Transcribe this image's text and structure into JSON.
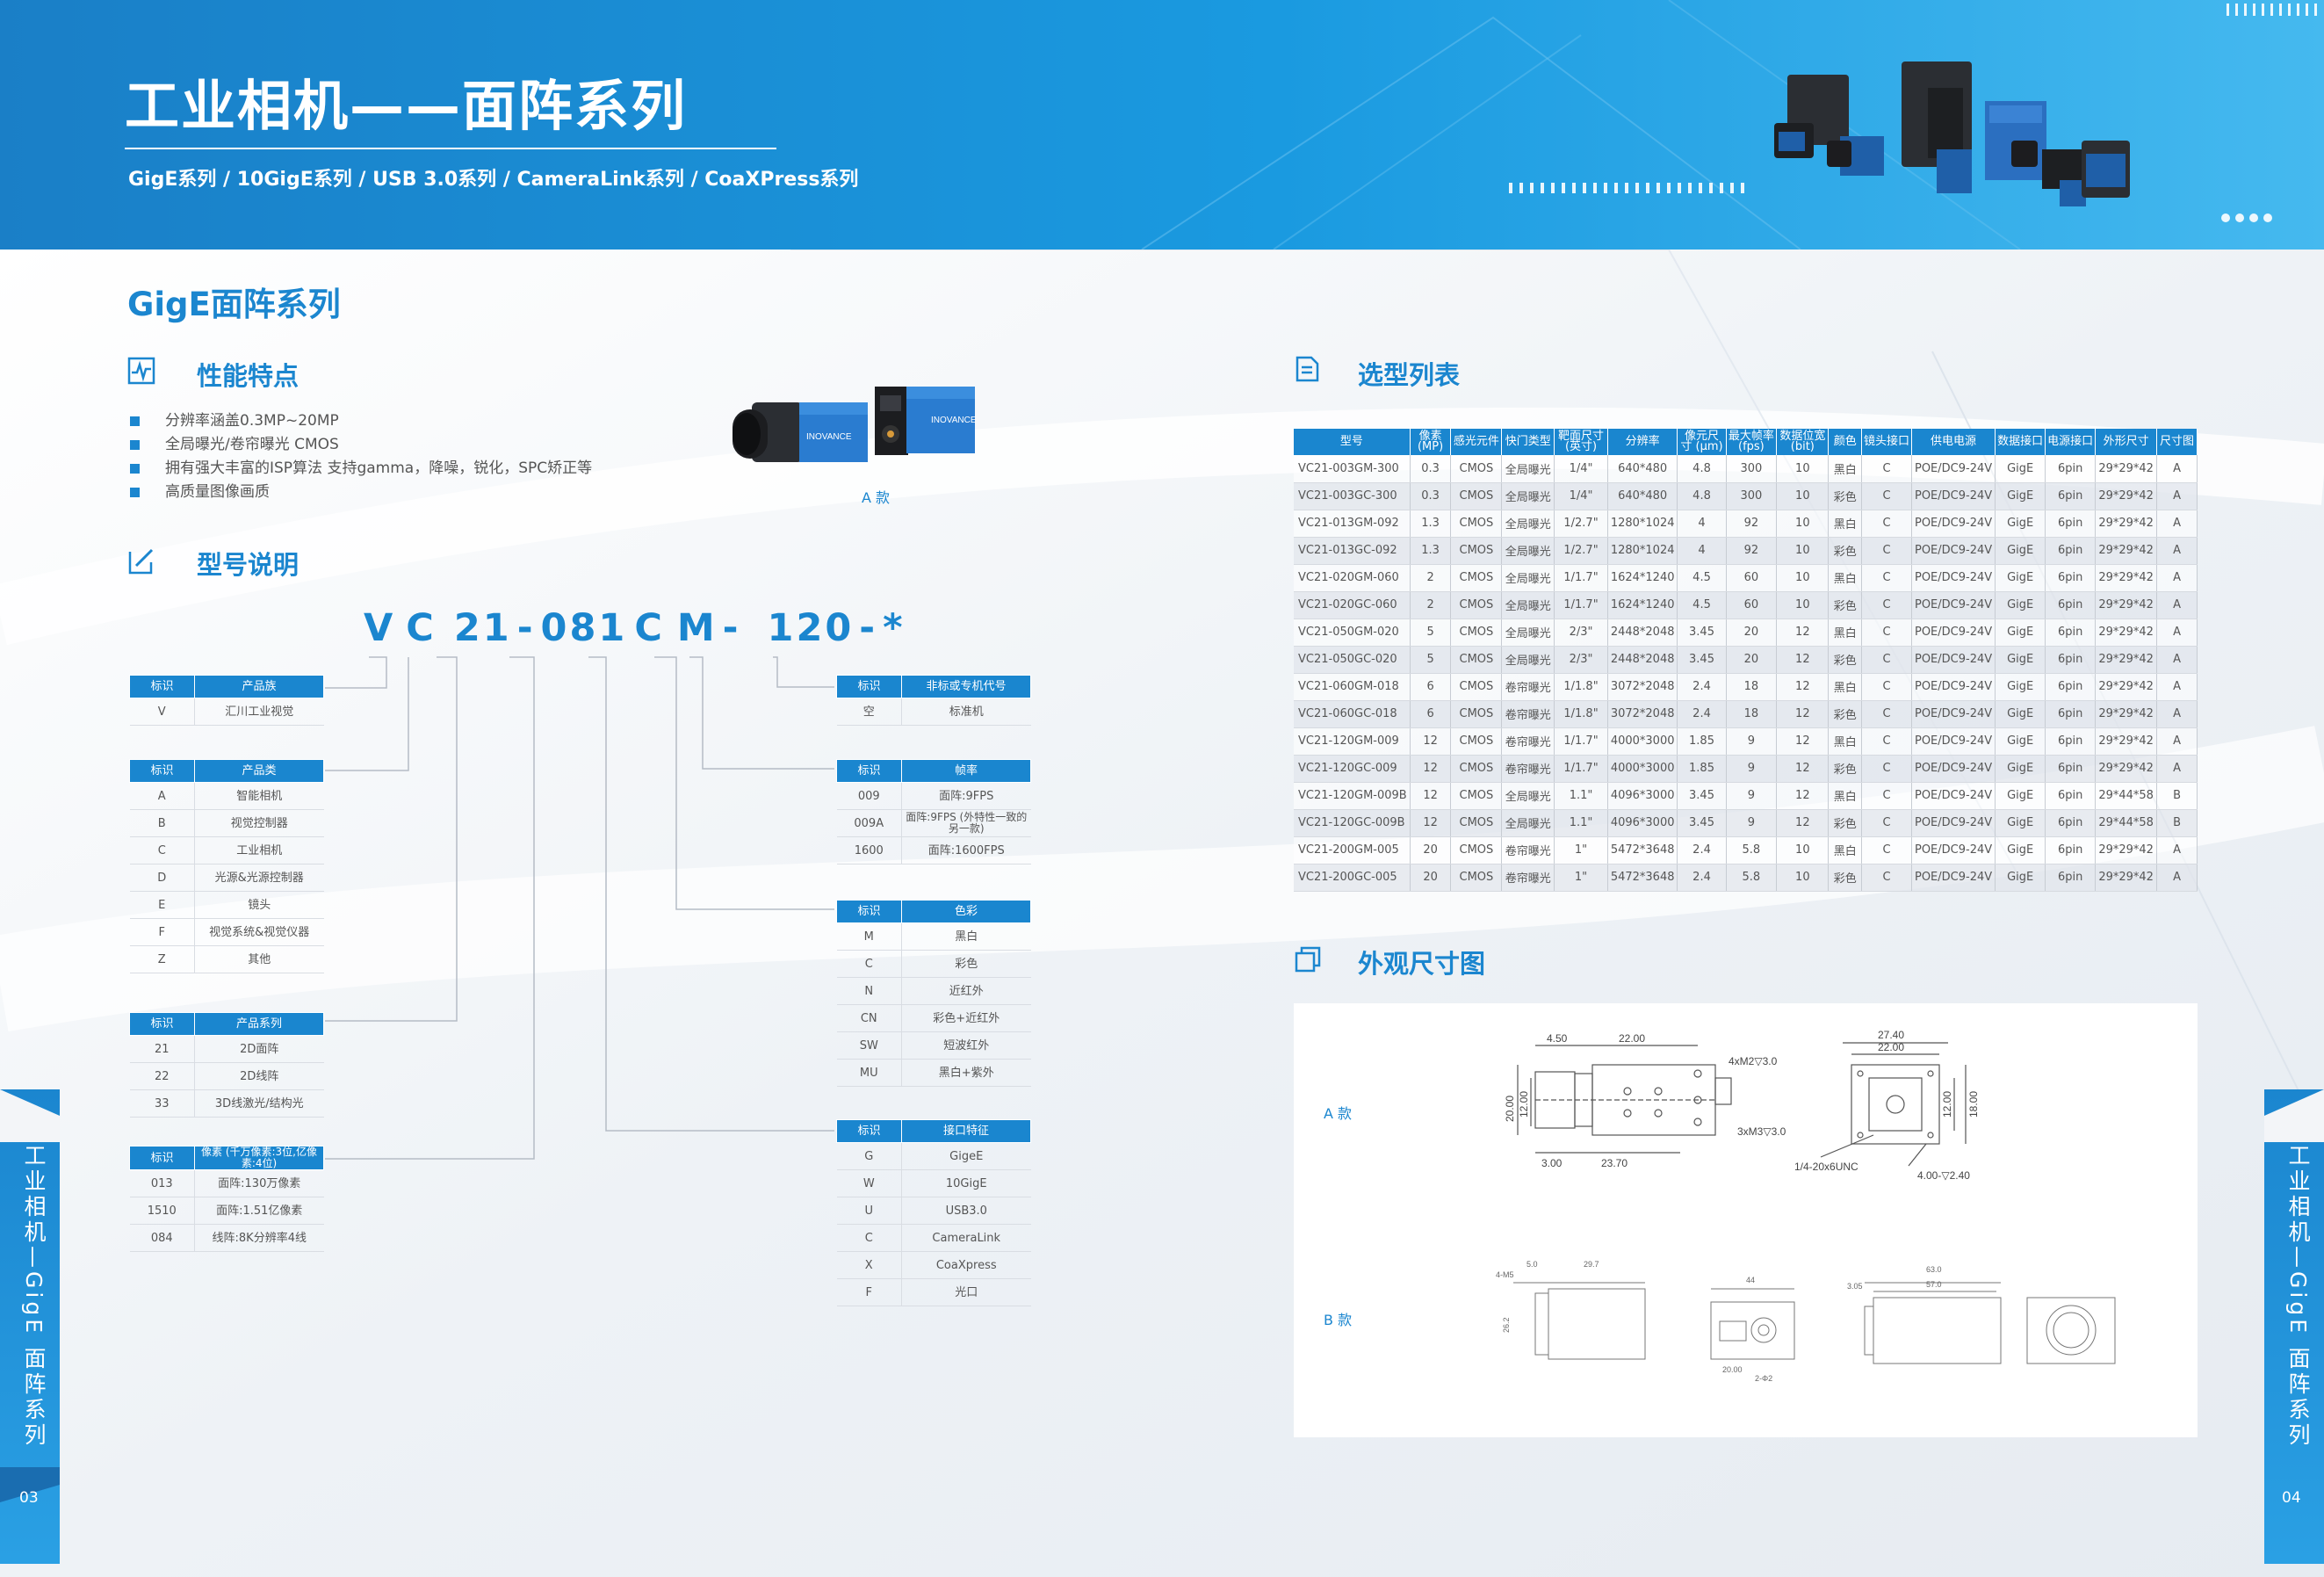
{
  "header": {
    "title": "工业相机——面阵系列",
    "subtitle": "GigE系列 / 10GigE系列 / USB 3.0系列 / CameraLink系列 / CoaXPress系列"
  },
  "section_title": "GigE面阵系列",
  "features": {
    "heading": "性能特点",
    "items": [
      "分辨率涵盖0.3MP~20MP",
      "全局曝光/卷帘曝光 CMOS",
      "拥有强大丰富的ISP算法 支持gamma，降噪，锐化，SPC矫正等",
      "高质量图像画质"
    ],
    "image_caption": "A 款",
    "camera_brand": "INOVANCE"
  },
  "model_naming": {
    "heading": "型号说明",
    "code_parts": [
      "V",
      "C",
      "21",
      "-",
      "081",
      "C",
      "M",
      "-",
      "120",
      "-",
      "*"
    ],
    "tables": {
      "product_family": {
        "h1": "标识",
        "h2": "产品族",
        "rows": [
          [
            "V",
            "汇川工业视觉"
          ]
        ]
      },
      "product_class": {
        "h1": "标识",
        "h2": "产品类",
        "rows": [
          [
            "A",
            "智能相机"
          ],
          [
            "B",
            "视觉控制器"
          ],
          [
            "C",
            "工业相机"
          ],
          [
            "D",
            "光源&光源控制器"
          ],
          [
            "E",
            "镜头"
          ],
          [
            "F",
            "视觉系统&视觉仪器"
          ],
          [
            "Z",
            "其他"
          ]
        ]
      },
      "product_series": {
        "h1": "标识",
        "h2": "产品系列",
        "rows": [
          [
            "21",
            "2D面阵"
          ],
          [
            "22",
            "2D线阵"
          ],
          [
            "33",
            "3D线激光/结构光"
          ]
        ]
      },
      "pixels": {
        "h1": "标识",
        "h2": "像素 (千万像素:3位,亿像素:4位)",
        "rows": [
          [
            "013",
            "面阵:130万像素"
          ],
          [
            "1510",
            "面阵:1.51亿像素"
          ],
          [
            "084",
            "线阵:8K分辨率4线"
          ]
        ]
      },
      "custom_code": {
        "h1": "标识",
        "h2": "非标或专机代号",
        "rows": [
          [
            "空",
            "标准机"
          ]
        ]
      },
      "frame_rate": {
        "h1": "标识",
        "h2": "帧率",
        "rows": [
          [
            "009",
            "面阵:9FPS"
          ],
          [
            "009A",
            "面阵:9FPS (外特性一致的另一款)"
          ],
          [
            "1600",
            "面阵:1600FPS"
          ]
        ]
      },
      "color": {
        "h1": "标识",
        "h2": "色彩",
        "rows": [
          [
            "M",
            "黑白"
          ],
          [
            "C",
            "彩色"
          ],
          [
            "N",
            "近红外"
          ],
          [
            "CN",
            "彩色+近红外"
          ],
          [
            "SW",
            "短波红外"
          ],
          [
            "MU",
            "黑白+紫外"
          ]
        ]
      },
      "interface": {
        "h1": "标识",
        "h2": "接口特征",
        "rows": [
          [
            "G",
            "GigeE"
          ],
          [
            "W",
            "10GigE"
          ],
          [
            "U",
            "USB3.0"
          ],
          [
            "C",
            "CameraLink"
          ],
          [
            "X",
            "CoaXpress"
          ],
          [
            "F",
            "光口"
          ]
        ]
      }
    }
  },
  "selection": {
    "heading": "选型列表",
    "columns": [
      "型号",
      "像素 (MP)",
      "感光元件",
      "快门类型",
      "靶面尺寸 (英寸)",
      "分辨率",
      "像元尺寸 (μm)",
      "最大帧率 (fps)",
      "数据位宽 (bit)",
      "颜色",
      "镜头接口",
      "供电电源",
      "数据接口",
      "电源接口",
      "外形尺寸",
      "尺寸图"
    ],
    "rows": [
      [
        "VC21-003GM-300",
        "0.3",
        "CMOS",
        "全局曝光",
        "1/4\"",
        "640*480",
        "4.8",
        "300",
        "10",
        "黑白",
        "C",
        "POE/DC9-24V",
        "GigE",
        "6pin",
        "29*29*42",
        "A"
      ],
      [
        "VC21-003GC-300",
        "0.3",
        "CMOS",
        "全局曝光",
        "1/4\"",
        "640*480",
        "4.8",
        "300",
        "10",
        "彩色",
        "C",
        "POE/DC9-24V",
        "GigE",
        "6pin",
        "29*29*42",
        "A"
      ],
      [
        "VC21-013GM-092",
        "1.3",
        "CMOS",
        "全局曝光",
        "1/2.7\"",
        "1280*1024",
        "4",
        "92",
        "10",
        "黑白",
        "C",
        "POE/DC9-24V",
        "GigE",
        "6pin",
        "29*29*42",
        "A"
      ],
      [
        "VC21-013GC-092",
        "1.3",
        "CMOS",
        "全局曝光",
        "1/2.7\"",
        "1280*1024",
        "4",
        "92",
        "10",
        "彩色",
        "C",
        "POE/DC9-24V",
        "GigE",
        "6pin",
        "29*29*42",
        "A"
      ],
      [
        "VC21-020GM-060",
        "2",
        "CMOS",
        "全局曝光",
        "1/1.7\"",
        "1624*1240",
        "4.5",
        "60",
        "10",
        "黑白",
        "C",
        "POE/DC9-24V",
        "GigE",
        "6pin",
        "29*29*42",
        "A"
      ],
      [
        "VC21-020GC-060",
        "2",
        "CMOS",
        "全局曝光",
        "1/1.7\"",
        "1624*1240",
        "4.5",
        "60",
        "10",
        "彩色",
        "C",
        "POE/DC9-24V",
        "GigE",
        "6pin",
        "29*29*42",
        "A"
      ],
      [
        "VC21-050GM-020",
        "5",
        "CMOS",
        "全局曝光",
        "2/3\"",
        "2448*2048",
        "3.45",
        "20",
        "12",
        "黑白",
        "C",
        "POE/DC9-24V",
        "GigE",
        "6pin",
        "29*29*42",
        "A"
      ],
      [
        "VC21-050GC-020",
        "5",
        "CMOS",
        "全局曝光",
        "2/3\"",
        "2448*2048",
        "3.45",
        "20",
        "12",
        "彩色",
        "C",
        "POE/DC9-24V",
        "GigE",
        "6pin",
        "29*29*42",
        "A"
      ],
      [
        "VC21-060GM-018",
        "6",
        "CMOS",
        "卷帘曝光",
        "1/1.8\"",
        "3072*2048",
        "2.4",
        "18",
        "12",
        "黑白",
        "C",
        "POE/DC9-24V",
        "GigE",
        "6pin",
        "29*29*42",
        "A"
      ],
      [
        "VC21-060GC-018",
        "6",
        "CMOS",
        "卷帘曝光",
        "1/1.8\"",
        "3072*2048",
        "2.4",
        "18",
        "12",
        "彩色",
        "C",
        "POE/DC9-24V",
        "GigE",
        "6pin",
        "29*29*42",
        "A"
      ],
      [
        "VC21-120GM-009",
        "12",
        "CMOS",
        "卷帘曝光",
        "1/1.7\"",
        "4000*3000",
        "1.85",
        "9",
        "12",
        "黑白",
        "C",
        "POE/DC9-24V",
        "GigE",
        "6pin",
        "29*29*42",
        "A"
      ],
      [
        "VC21-120GC-009",
        "12",
        "CMOS",
        "卷帘曝光",
        "1/1.7\"",
        "4000*3000",
        "1.85",
        "9",
        "12",
        "彩色",
        "C",
        "POE/DC9-24V",
        "GigE",
        "6pin",
        "29*29*42",
        "A"
      ],
      [
        "VC21-120GM-009B",
        "12",
        "CMOS",
        "全局曝光",
        "1.1\"",
        "4096*3000",
        "3.45",
        "9",
        "12",
        "黑白",
        "C",
        "POE/DC9-24V",
        "GigE",
        "6pin",
        "29*44*58",
        "B"
      ],
      [
        "VC21-120GC-009B",
        "12",
        "CMOS",
        "全局曝光",
        "1.1\"",
        "4096*3000",
        "3.45",
        "9",
        "12",
        "彩色",
        "C",
        "POE/DC9-24V",
        "GigE",
        "6pin",
        "29*44*58",
        "B"
      ],
      [
        "VC21-200GM-005",
        "20",
        "CMOS",
        "卷帘曝光",
        "1\"",
        "5472*3648",
        "2.4",
        "5.8",
        "10",
        "黑白",
        "C",
        "POE/DC9-24V",
        "GigE",
        "6pin",
        "29*29*42",
        "A"
      ],
      [
        "VC21-200GC-005",
        "20",
        "CMOS",
        "卷帘曝光",
        "1\"",
        "5472*3648",
        "2.4",
        "5.8",
        "10",
        "彩色",
        "C",
        "POE/DC9-24V",
        "GigE",
        "6pin",
        "29*29*42",
        "A"
      ]
    ]
  },
  "dimensions": {
    "heading": "外观尺寸图",
    "label_a": "A 款",
    "label_b": "B 款",
    "a_labels": [
      "4.50",
      "22.00",
      "4xM2▽3.0",
      "20.00",
      "12.00",
      "3xM3▽3.0",
      "3.00",
      "23.70",
      "27.40",
      "22.00",
      "12.00",
      "18.00",
      "1/4-20x6UNC",
      "4.00-▽2.40"
    ],
    "b_labels": [
      "4-M5",
      "5.0",
      "29.7",
      "44",
      "63.0",
      "3.05",
      "57.0",
      "26.2",
      "20.00",
      "2-Φ2"
    ]
  },
  "side": {
    "left_text": "工业相机—GigE 面阵系列",
    "right_text": "工业相机—GigE 面阵系列",
    "left_page": "03",
    "right_page": "04"
  },
  "colors": {
    "accent": "#1b86cf",
    "header": "#1a8fd6"
  }
}
